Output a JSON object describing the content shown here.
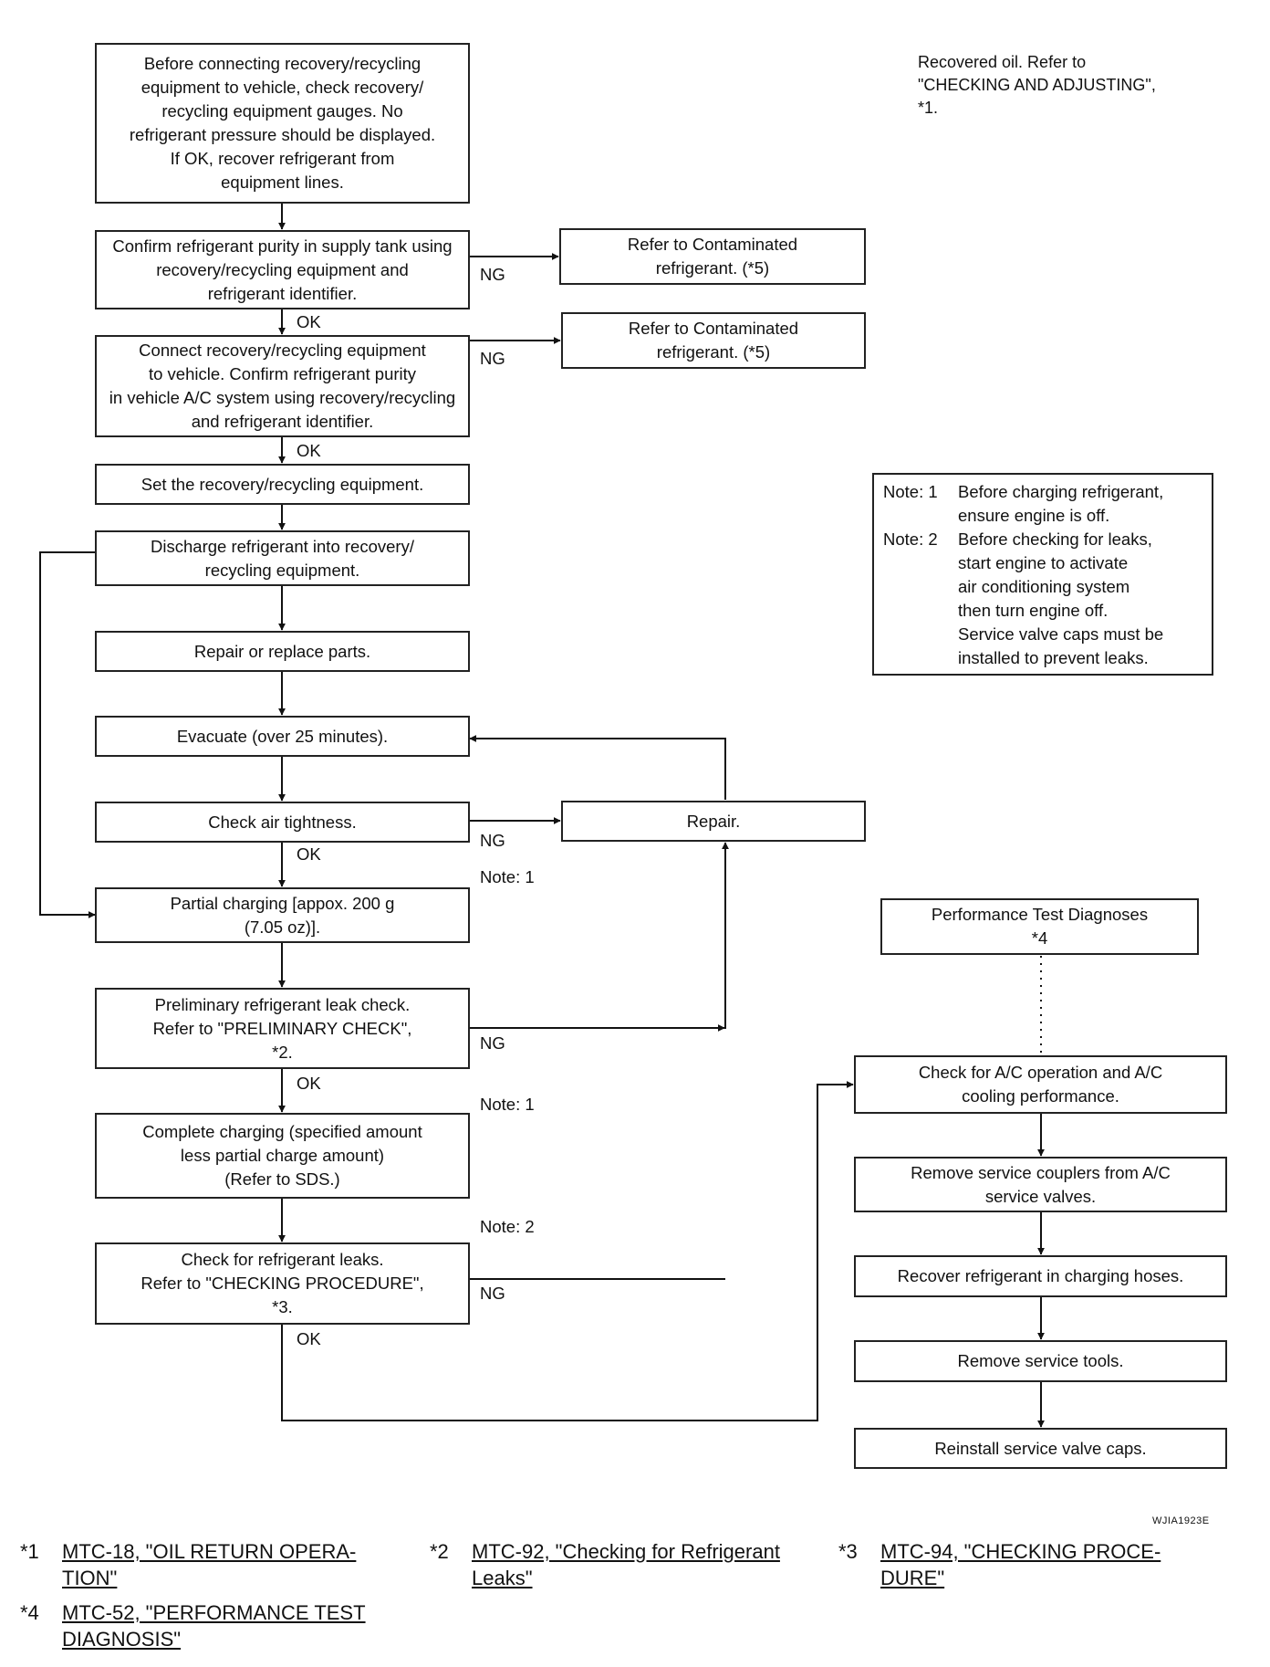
{
  "steps": {
    "s1": [
      "Before connecting recovery/recycling",
      "equipment to vehicle, check recovery/",
      "recycling equipment gauges. No",
      "refrigerant pressure should be displayed.",
      "If OK, recover refrigerant from",
      "equipment lines."
    ],
    "s2": [
      "Confirm refrigerant purity in supply tank using",
      "recovery/recycling equipment and",
      "refrigerant identifier."
    ],
    "s3": [
      "Connect recovery/recycling equipment",
      "to vehicle. Confirm refrigerant purity",
      "in vehicle A/C system using recovery/recycling",
      "and refrigerant identifier."
    ],
    "s4": [
      "Set the recovery/recycling equipment."
    ],
    "s5": [
      "Discharge refrigerant into recovery/",
      "recycling equipment."
    ],
    "s6": [
      "Repair or replace parts."
    ],
    "s7": [
      "Evacuate (over 25 minutes)."
    ],
    "s8": [
      "Check air tightness."
    ],
    "s9": [
      "Partial charging [appox. 200 g",
      "(7.05 oz)]."
    ],
    "s10": [
      "Preliminary refrigerant leak check.",
      "Refer to \"PRELIMINARY CHECK\",",
      "*2."
    ],
    "s11": [
      "Complete charging (specified amount",
      "less partial charge amount)",
      "(Refer to SDS.)"
    ],
    "s12": [
      "Check for refrigerant leaks.",
      "Refer to \"CHECKING PROCEDURE\",",
      "*3."
    ]
  },
  "side": {
    "contaminated1": [
      "Refer to Contaminated",
      "refrigerant. (*5)"
    ],
    "contaminated2": [
      "Refer to Contaminated",
      "refrigerant. (*5)"
    ],
    "repair": [
      "Repair."
    ]
  },
  "right": {
    "perf": [
      "Performance Test Diagnoses",
      "*4"
    ],
    "r1": [
      "Check for A/C operation and A/C",
      "cooling performance."
    ],
    "r2": [
      "Remove service couplers from A/C",
      "service valves."
    ],
    "r3": [
      "Recover refrigerant in charging hoses."
    ],
    "r4": [
      "Remove service tools."
    ],
    "r5": [
      "Reinstall service valve caps."
    ]
  },
  "labels": {
    "ok": "OK",
    "ng": "NG",
    "note1": "Note: 1",
    "note2": "Note: 2"
  },
  "recovered_oil": [
    "Recovered oil. Refer to",
    "\"CHECKING AND ADJUSTING\",",
    "*1."
  ],
  "note_box": {
    "key1": "Note: 1",
    "text1": "Before charging refrigerant,",
    "cont1": "ensure engine is off.",
    "key2": "Note: 2",
    "text2": "Before checking for leaks,",
    "cont2": [
      "start engine to activate",
      "air conditioning system",
      "then turn engine off.",
      "Service valve caps must be",
      "installed to prevent leaks."
    ]
  },
  "figure_code": "WJIA1923E",
  "footnotes": [
    {
      "mark": "*1",
      "lines": [
        "MTC-18, \"OIL RETURN OPERA-",
        "TION\""
      ]
    },
    {
      "mark": "*2",
      "lines": [
        "MTC-92, \"Checking for Refrigerant",
        "Leaks\""
      ]
    },
    {
      "mark": "*3",
      "lines": [
        "MTC-94, \"CHECKING PROCE-",
        "DURE\""
      ]
    },
    {
      "mark": "*4",
      "lines": [
        "MTC-52, \"PERFORMANCE TEST",
        "DIAGNOSIS\""
      ]
    }
  ]
}
